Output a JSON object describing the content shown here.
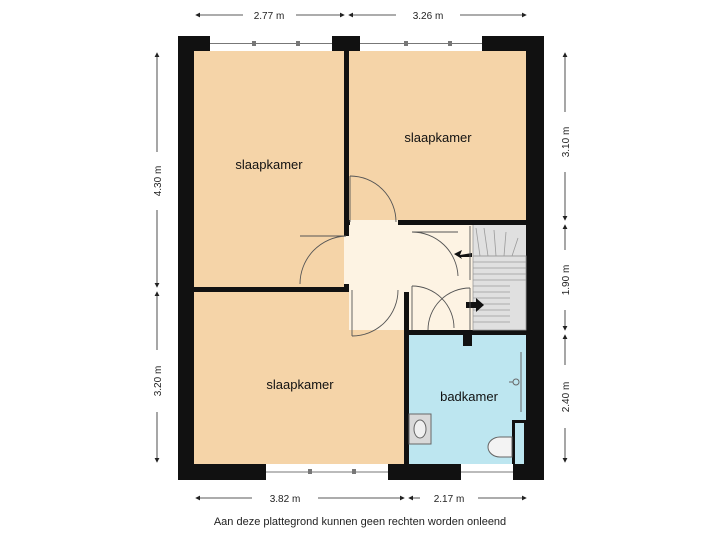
{
  "colors": {
    "bedroom": "#f5d4a8",
    "hallway": "#fdf3e3",
    "bathroom": "#bde6f0",
    "stairs": "#e0e0e0",
    "wall": "#111111",
    "window": "#ffffff"
  },
  "rooms": {
    "bedroom_top_left": "slaapkamer",
    "bedroom_top_right": "slaapkamer",
    "bedroom_bottom_left": "slaapkamer",
    "bathroom": "badkamer"
  },
  "dimensions": {
    "top_left": "2.77 m",
    "top_right": "3.26 m",
    "left_upper": "4.30 m",
    "left_lower": "3.20 m",
    "right_upper": "3.10 m",
    "right_middle": "1.90 m",
    "right_lower": "2.40 m",
    "bottom_left": "3.82 m",
    "bottom_right": "2.17 m"
  },
  "disclaimer": "Aan deze plattegrond kunnen geen rechten worden onleend"
}
